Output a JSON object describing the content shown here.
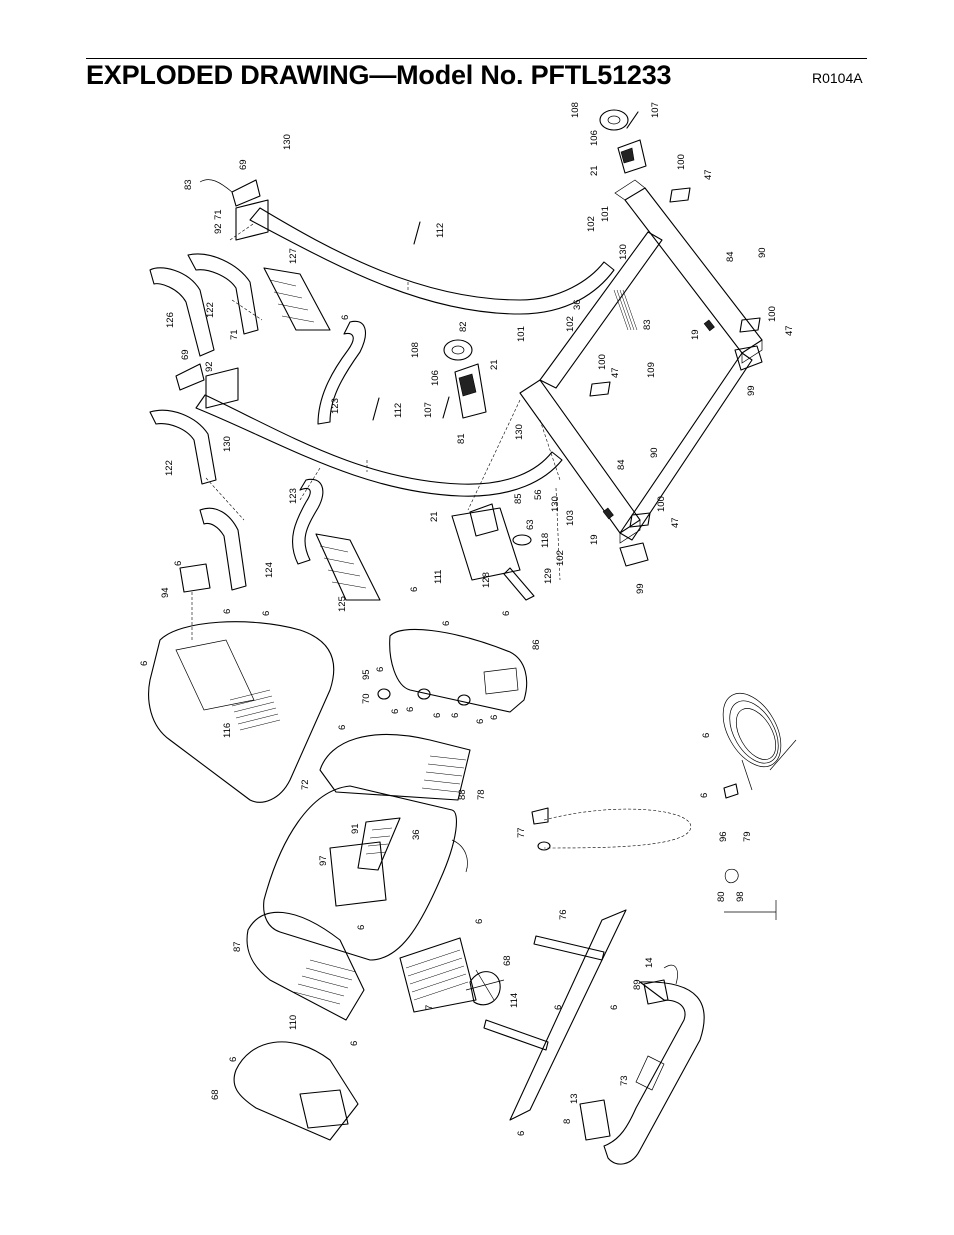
{
  "header": {
    "title": "EXPLODED DRAWING—Model No. PFTL51233",
    "code": "R0104A"
  },
  "callouts": [
    "108",
    "107",
    "106",
    "21",
    "100",
    "47",
    "130",
    "69",
    "83",
    "71",
    "92",
    "112",
    "101",
    "102",
    "130",
    "84",
    "90",
    "127",
    "122",
    "126",
    "6",
    "82",
    "36",
    "102",
    "83",
    "19",
    "100",
    "47",
    "99",
    "101",
    "108",
    "21",
    "71",
    "69",
    "92",
    "106",
    "107",
    "112",
    "123",
    "100",
    "47",
    "109",
    "130",
    "81",
    "130",
    "122",
    "123",
    "85",
    "56",
    "84",
    "90",
    "21",
    "130",
    "63",
    "103",
    "100",
    "47",
    "118",
    "19",
    "124",
    "6",
    "111",
    "128",
    "102",
    "129",
    "99",
    "6",
    "94",
    "125",
    "6",
    "6",
    "86",
    "6",
    "95",
    "6",
    "6",
    "70",
    "6",
    "6",
    "6",
    "6",
    "6",
    "6",
    "6",
    "6",
    "116",
    "6",
    "72",
    "78",
    "6",
    "88",
    "91",
    "77",
    "36",
    "96",
    "79",
    "97",
    "98",
    "80",
    "6",
    "6",
    "76",
    "87",
    "68",
    "14",
    "89",
    "7",
    "6",
    "114",
    "6",
    "6",
    "110",
    "73",
    "6",
    "68",
    "13",
    "8",
    "6"
  ]
}
